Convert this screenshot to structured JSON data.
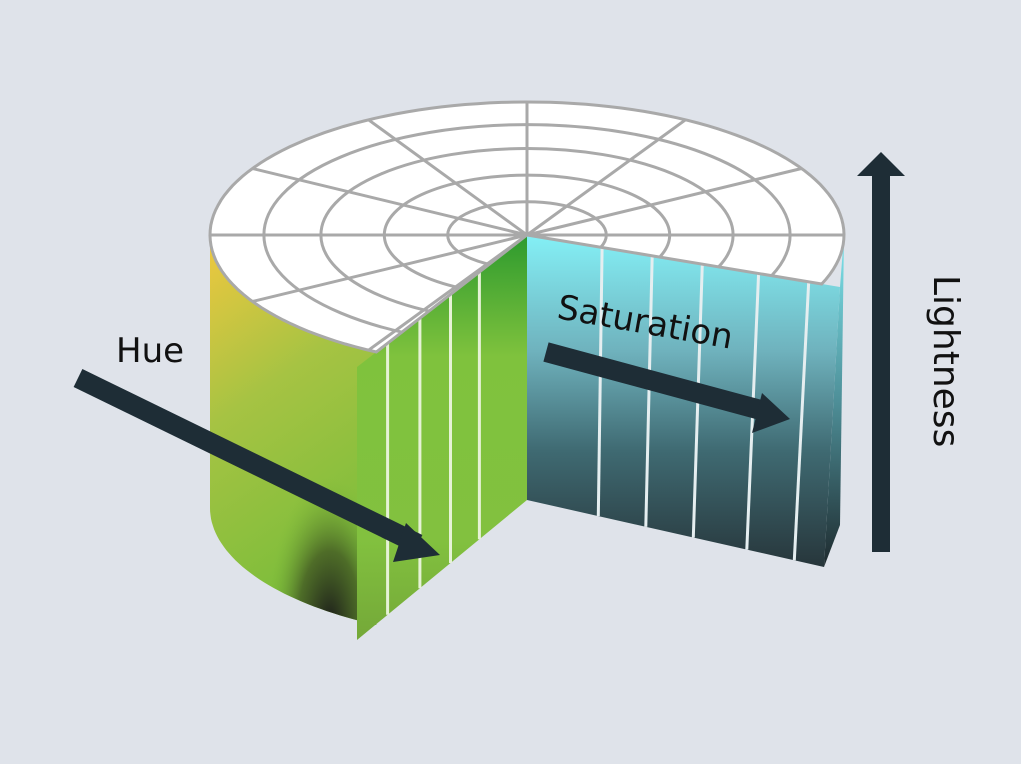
{
  "diagram": {
    "title": "",
    "labels": {
      "hue": "Hue",
      "saturation": "Saturation",
      "lightness": "Lightness"
    },
    "colors": {
      "background": "#dfe3ea",
      "arrow": "#1e2d36",
      "top_face": "#ffffff",
      "grid_lines": "#a9a9a9",
      "hue_outer": "#f1c83f",
      "green_face": "#7dc03d",
      "cyan_face": "#78e6ee",
      "dark_base": "#1b1b1b"
    }
  }
}
